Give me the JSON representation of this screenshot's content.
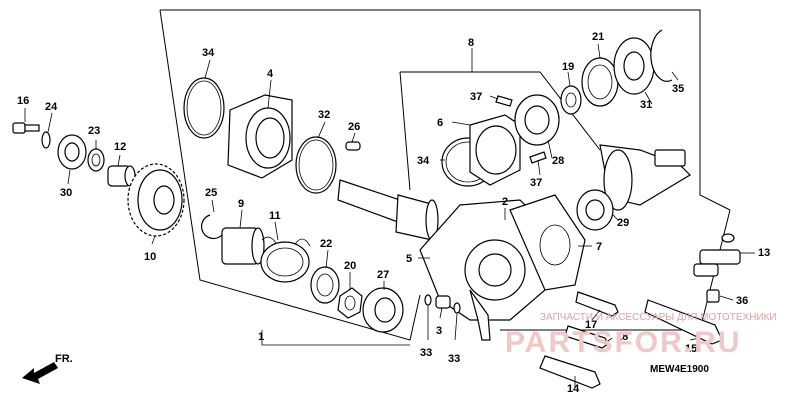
{
  "diagram_code": "MEW4E1900",
  "direction_label": "FR.",
  "watermark": {
    "text": "ЗАПЧАСТИ И АКСЕССУАРЫ ДЛЯ МОТОТЕХНИКИ",
    "logo": "PARTSFOR.RU"
  },
  "part_labels": [
    "1",
    "2",
    "3",
    "4",
    "5",
    "6",
    "7",
    "8",
    "9",
    "10",
    "11",
    "12",
    "13",
    "14",
    "15",
    "16",
    "17",
    "18",
    "19",
    "20",
    "21",
    "22",
    "23",
    "24",
    "25",
    "26",
    "27",
    "28",
    "29",
    "30",
    "31",
    "32",
    "33",
    "33",
    "34",
    "34",
    "35",
    "36",
    "37",
    "37"
  ]
}
